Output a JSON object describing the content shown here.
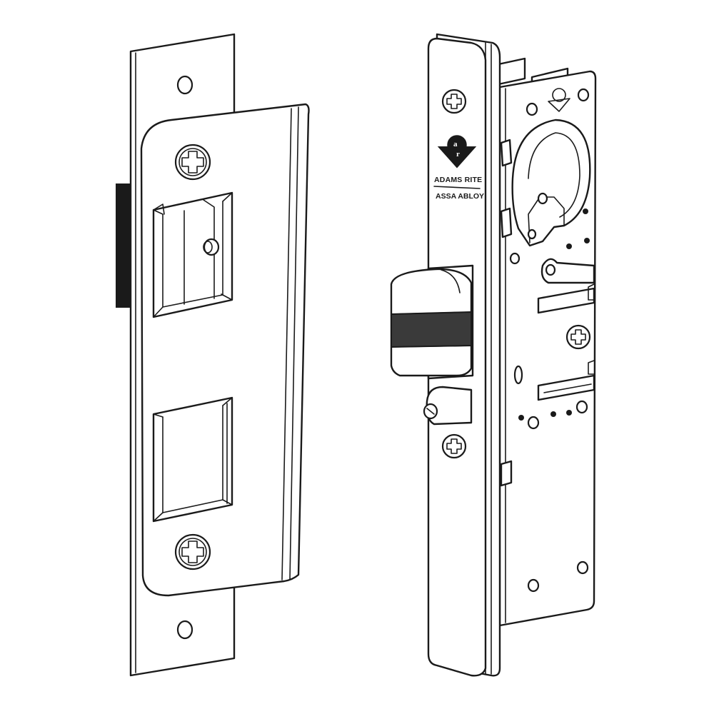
{
  "branding": {
    "line1": "ADAMS RITE",
    "line2": "ASSA ABLOY",
    "logo_icon": "adams-rite-shield-logo"
  },
  "colors": {
    "outline": "#1a1a1a",
    "fill": "#ffffff",
    "band": "#3a3a3a"
  }
}
